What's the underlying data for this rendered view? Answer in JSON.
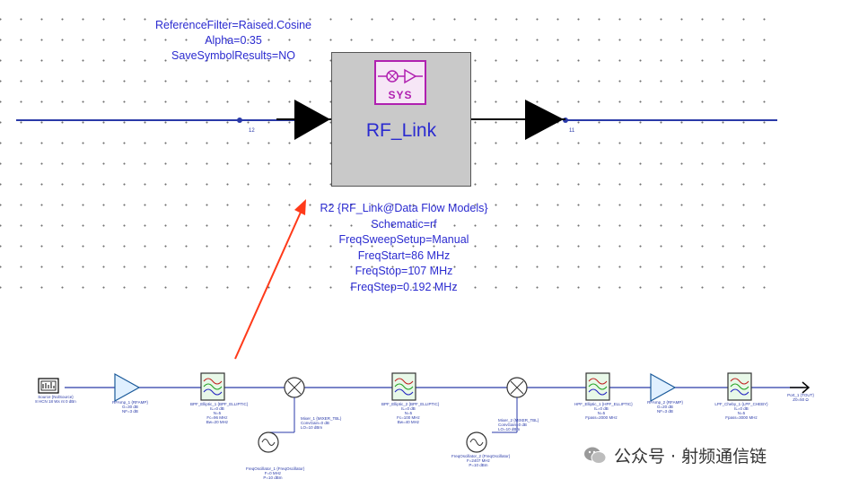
{
  "top_component": {
    "name": "RF_Link",
    "icon_label": "SYS",
    "params_above": [
      "ReferenceFilter=Raised.Cosine",
      "Alpha=0.35",
      "SaveSymbolResults=NO"
    ],
    "params_below": [
      "R2 {RF_Link@Data Flow Models}",
      "Schematic=rf",
      "FreqSweepSetup=Manual",
      "FreqStart=86 MHz",
      "FreqStop=107 MHz",
      "FreqStep=0.192 MHz"
    ],
    "pin_in": "12",
    "pin_out": "11"
  },
  "chain": {
    "source_label": "Source {NolSource}",
    "source_detail": "8 HCN  18 Wx  nt 0 dBn",
    "amp1_label": "RFAmp_1 {RFAMP}",
    "amp1_detail": "G=30 dB\nNF=3 dB",
    "bpf1_label": "BPF_Elliptic_1 {BPF_ELLIPTIC}",
    "bpf1_detail": "IL=0 dB\nN=5\nFc=96 MHz\nBw=20 MHz",
    "mixer1_label": "Mixer_1 {MIXER_TBL}",
    "mixer1_detail": "ConvGain=0 dB\nLO=10 dBm",
    "osc1_label": "FreqOscillator_1 {FreqOscillator}",
    "osc1_detail": "F=0 MHz\nP=10 dBm",
    "bpf2_label": "BPF_Elliptic_2 {BPF_ELLIPTIC}",
    "bpf2_detail": "IL=0 dB\nN=5\nFc=100 MHz\nBw=40 MHz",
    "mixer2_label": "Mixer_2 {MIXER_TBL}",
    "mixer2_detail": "ConvGain=0 dB\nLO=10 dBm",
    "osc2_label": "FreqOscillator_2 {FreqOscillator}",
    "osc2_detail": "F=2407 MHz\nP=10 dBm",
    "hpf_label": "HPF_Elliptic_1 {HPF_ELLIPTIC}",
    "hpf_detail": "IL=0 dB\nN=5\nFpass=2000 MHz",
    "amp2_label": "RFAmp_2 {RFAMP}",
    "amp2_detail": "G=20 dB\nNF=3 dB",
    "lpf_label": "LPF_Cheby_1 {LPF_CHEBY}",
    "lpf_detail": "IL=0 dB\nN=5\nFpass=3000 MHz",
    "port_label": "Port_1 {TOUT}",
    "port_detail": "Z0=50 Ω"
  },
  "watermark": "公众号 · 射频通信链",
  "colors": {
    "wire": "#2a3aa8",
    "text": "#2b2bd0",
    "annotation": "#ff3a1a",
    "sys": "#b020b0"
  }
}
